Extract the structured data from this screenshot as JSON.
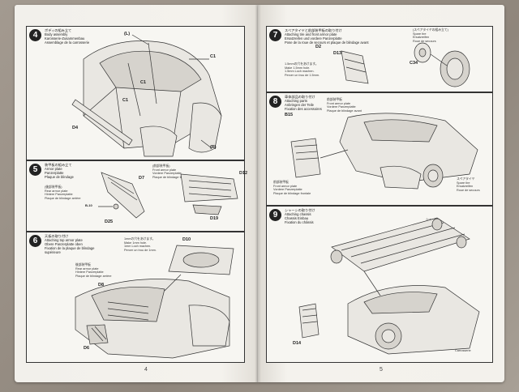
{
  "pages": {
    "left_number": "4",
    "right_number": "5"
  },
  "steps": [
    {
      "number": "4",
      "title": "ボディの組み立て\nBody assembly\nKarosserie-Zusammenbau\nAssemblage de la carrosserie",
      "labels": [
        "C1",
        "C1",
        "C1",
        "D4",
        "(L)",
        "(R)"
      ]
    },
    {
      "number": "5",
      "title": "装甲板の組み立て\nArmor plate\nPanzerplatte\nPlaque de blindage",
      "notes": [
        "(後部装甲板)\nRear armor plate\nHintere Panzerplatte\nPlaque de blindage arrière",
        "(前部装甲板)\nFront armor plate\nVordere Panzerplatte\nPlaque de blindage frontale"
      ],
      "labels": [
        "D7",
        "D12",
        "D25",
        "D19",
        "B-10"
      ]
    },
    {
      "number": "6",
      "title": "天板の取り付け\nAttaching top armor plate\nObere Panzerplatte oben\nFixation de la plaque de blindage\nsupérieure",
      "notes": [
        "1mmの穴をあけます。\nMake 1mm hole.\n1mm Loch machen.\nPercer un trou de 1mm.",
        "後部装甲板\nRear armor plate\nHintere Panzerplatte\nPlaque de blindage arrière"
      ],
      "labels": [
        "D10",
        "D8",
        "D6"
      ]
    },
    {
      "number": "7",
      "title": "スペアタイヤと前部装甲板の取り付け\nAttaching tire and front armor plate\nErsatzreifen und vordere Panzerplatte\nPose de la roue de secours et plaque de blindage avant",
      "notes": [
        "1.5mmの穴をあけます。\nMake 1.5mm hole.\n1.5mm Loch machen.\nPercer un trou de 1.5mm.",
        "(スペアタイヤの組み立て)\nSpare tire\nErsatzreifen\nRoue de secours"
      ],
      "labels": [
        "D13",
        "C34",
        "D2"
      ]
    },
    {
      "number": "8",
      "title": "車体部品の取り付け\nAttaching parts\nAnbringen der Teile\nFixation des accessoires",
      "notes": [
        "前部装甲板\nFront armor plate\nVordere Panzerplatte\nPlaque de blindage avant",
        "前部装甲板\nFront armor plate\nVordere Panzerplatte\nPlaque de blindage frontale",
        "スペアタイヤ\nSpare tire\nErsatzreifen\nRoue de secours"
      ],
      "labels": [
        "B15"
      ]
    },
    {
      "number": "9",
      "title": "シャーシの取り付け\nAttaching chassis\nChassis Einbau\nFixation du châssis",
      "notes": [
        "シャーシ\nChassis",
        "ボディ\nBody\nKarosserie\nCarrosserie"
      ],
      "labels": [
        "D14"
      ]
    }
  ]
}
